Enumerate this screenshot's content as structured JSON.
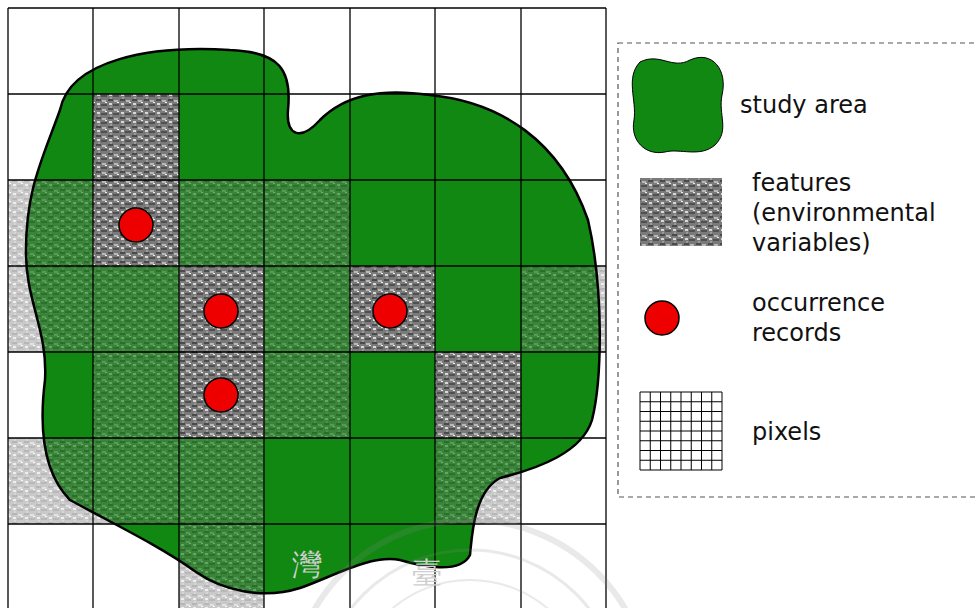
{
  "diagram": {
    "labels": [
      "灣",
      "臺"
    ],
    "legend": [
      {
        "text": "study area",
        "color": "#118811"
      },
      {
        "text": "features (environmental variables)"
      },
      {
        "text": "occurrence records"
      },
      {
        "text": "pixels"
      }
    ]
  }
}
